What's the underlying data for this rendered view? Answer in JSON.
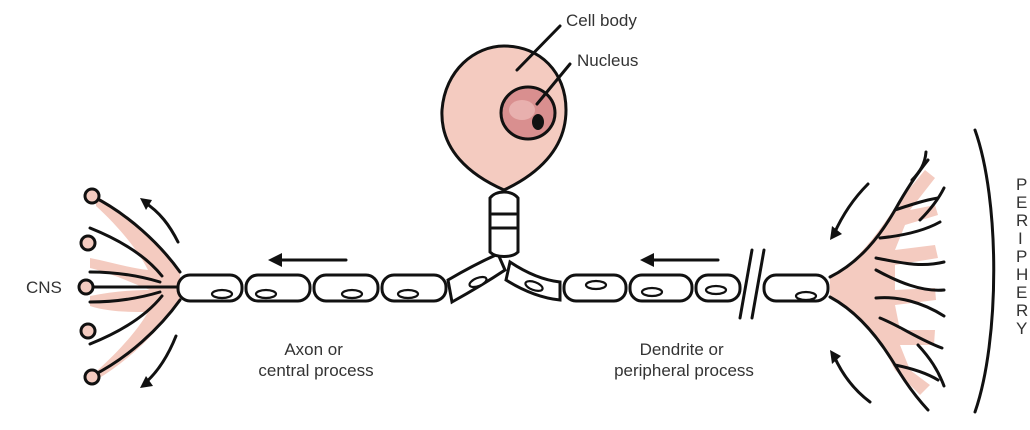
{
  "labels": {
    "cell_body": "Cell body",
    "nucleus": "Nucleus",
    "cns": "CNS",
    "axon": [
      "Axon or",
      "central process"
    ],
    "dendrite": [
      "Dendrite or",
      "peripheral process"
    ],
    "periphery_letters": [
      "P",
      "E",
      "R",
      "I",
      "P",
      "H",
      "E",
      "R",
      "Y"
    ]
  },
  "colors": {
    "tissue": "#f4cbc0",
    "outline": "#111111",
    "nucleus_fill": "#d98f8f",
    "label": "#333333"
  }
}
